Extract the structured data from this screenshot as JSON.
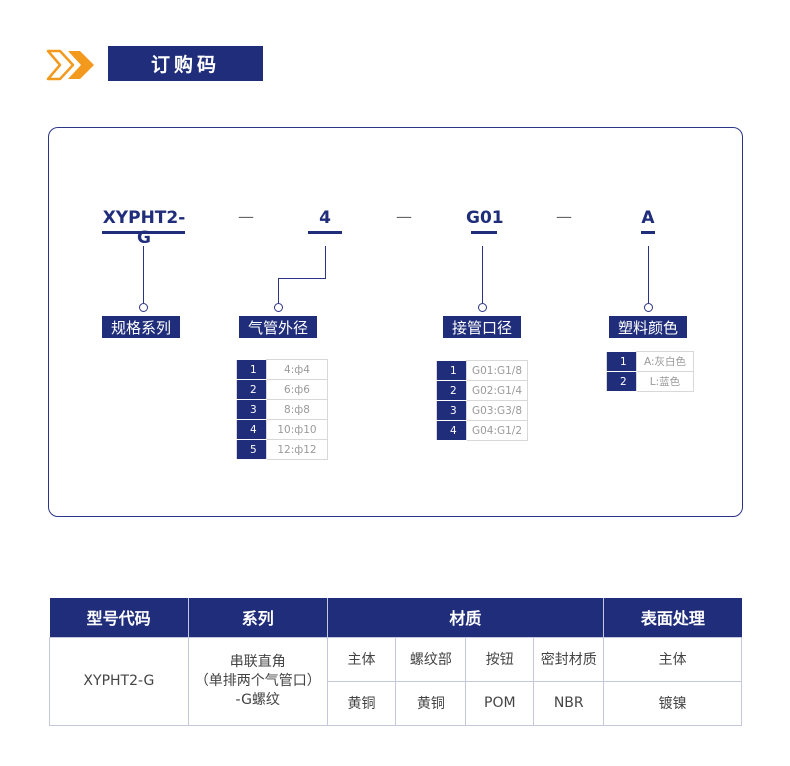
{
  "header": {
    "title": "订购码"
  },
  "code": {
    "segments": [
      "XYPHT2-G",
      "4",
      "G01",
      "A"
    ],
    "separator": "—",
    "labels": [
      "规格系列",
      "气管外径",
      "接管口径",
      "塑料颜色"
    ]
  },
  "options": {
    "tube_diameter": [
      {
        "num": "1",
        "val": "4:ф4"
      },
      {
        "num": "2",
        "val": "6:ф6"
      },
      {
        "num": "3",
        "val": "8:ф8"
      },
      {
        "num": "4",
        "val": "10:ф10"
      },
      {
        "num": "5",
        "val": "12:ф12"
      }
    ],
    "port": [
      {
        "num": "1",
        "val": "G01:G1/8"
      },
      {
        "num": "2",
        "val": "G02:G1/4"
      },
      {
        "num": "3",
        "val": "G03:G3/8"
      },
      {
        "num": "4",
        "val": "G04:G1/2"
      }
    ],
    "color": [
      {
        "num": "1",
        "val": "A:灰白色"
      },
      {
        "num": "2",
        "val": "L:蓝色"
      }
    ]
  },
  "table": {
    "headers": [
      "型号代码",
      "系列",
      "材质",
      "表面处理"
    ],
    "model_code": "XYPHT2-G",
    "series": [
      "串联直角",
      "（单排两个气管口）",
      "-G螺纹"
    ],
    "material_parts": [
      "主体",
      "螺纹部",
      "按钮",
      "密封材质"
    ],
    "material_values": [
      "黄铜",
      "黄铜",
      "POM",
      "NBR"
    ],
    "surface_part": "主体",
    "surface_value": "镀镍"
  },
  "colors": {
    "accent": "#1f2d7a",
    "arrow": "#f39a1e"
  }
}
